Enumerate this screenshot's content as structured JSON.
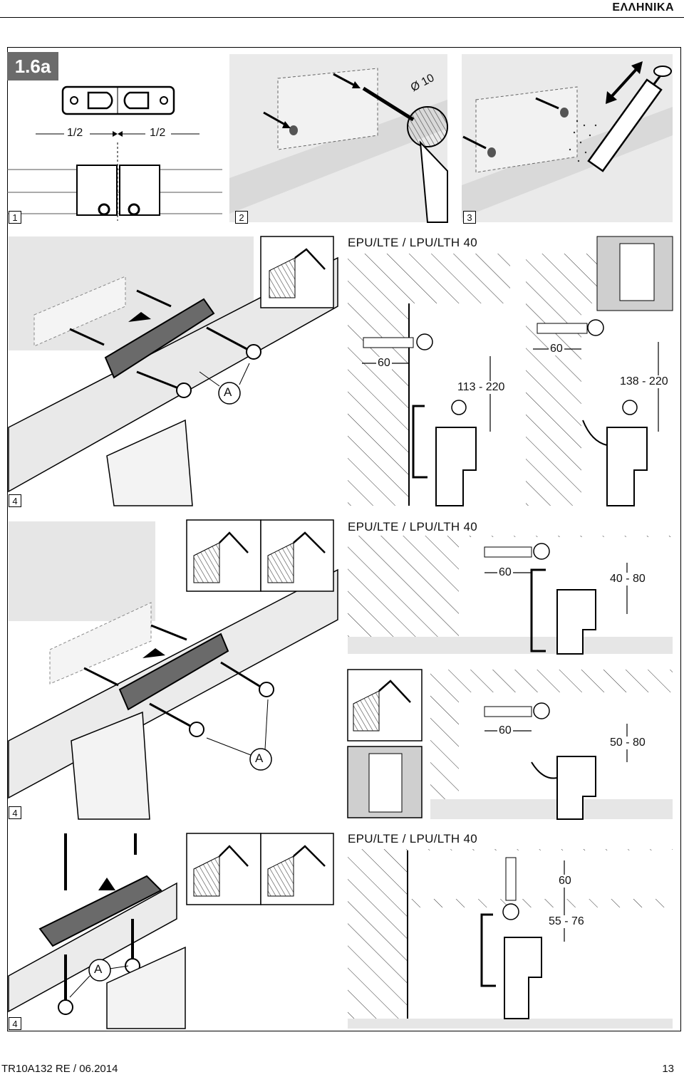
{
  "header": {
    "language": "ΕΛΛΗΝΙΚΑ"
  },
  "section": {
    "badge": "1.6a"
  },
  "steps": {
    "s1": "1",
    "s2": "2",
    "s3": "3",
    "s4a": "4",
    "s4b": "4",
    "s4c": "4"
  },
  "step1": {
    "half_left": "1/2",
    "half_right": "1/2"
  },
  "step2": {
    "drill_size": "Ø 10"
  },
  "callout": {
    "a1": "A",
    "a2": "A",
    "a3": "A"
  },
  "panel_a": {
    "model": "EPU/LTE / LPU/LTH 40",
    "left": {
      "depth": "60",
      "range": "113 - 220"
    },
    "right": {
      "depth": "60",
      "range": "138 - 220"
    }
  },
  "panel_b": {
    "model": "EPU/LTE / LPU/LTH 40",
    "top": {
      "depth": "60",
      "range": "40 - 80"
    },
    "bottom": {
      "depth": "60",
      "range": "50 - 80"
    }
  },
  "panel_c": {
    "model": "EPU/LTE / LPU/LTH 40",
    "depth": "60",
    "range": "55 - 76"
  },
  "footer": {
    "doc_id": "TR10A132  RE / 06.2014",
    "page": "13"
  }
}
